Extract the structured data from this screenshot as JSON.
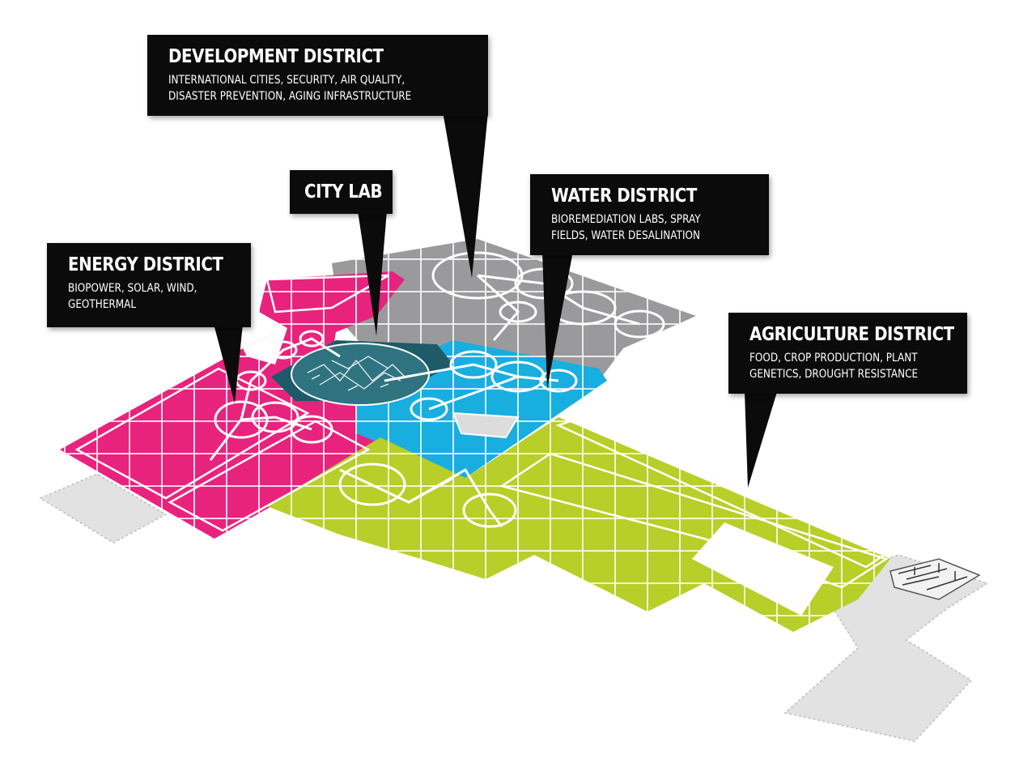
{
  "districts": {
    "development": {
      "title": "DEVELOPMENT DISTRICT",
      "description": "INTERNATIONAL CITIES, SECURITY, AIR QUALITY,\nDISASTER PREVENTION, AGING INFRASTRUCTURE",
      "color": "#9a9a9c"
    },
    "city_lab": {
      "title": "CITY LAB",
      "description": "",
      "color": "#1e5a67"
    },
    "water": {
      "title": "WATER DISTRICT",
      "description": "BIOREMEDIATION LABS, SPRAY\nFIELDS, WATER DESALINATION",
      "color": "#19aee0"
    },
    "energy": {
      "title": "ENERGY DISTRICT",
      "description": "BIOPOWER, SOLAR, WIND,\nGEOTHERMAL",
      "color": "#e8237d"
    },
    "agriculture": {
      "title": "AGRICULTURE DISTRICT",
      "description": "FOOD, CROP PRODUCTION, PLANT\nGENETICS, DROUGHT RESISTANCE",
      "color": "#b7cf28"
    }
  },
  "colors": {
    "background": "#ffffff",
    "callout": "#0b0b0b",
    "callout_text": "#ffffff",
    "outer_plots": "#e2e2e2",
    "grid_line": "#ffffff"
  }
}
